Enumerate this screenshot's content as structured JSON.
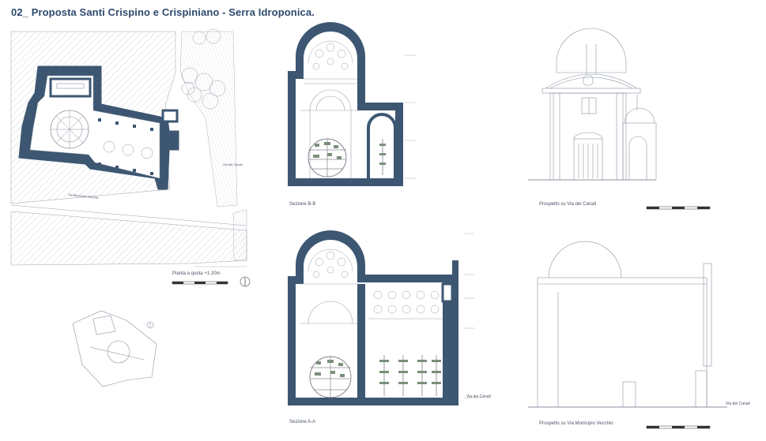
{
  "sheet": {
    "title": "02_ Proposta Santi Crispino e Crispiniano - Serra Idroponica.",
    "colors": {
      "wall": "#3d5772",
      "title": "#2e4a6d",
      "line": "#8a93a0"
    }
  },
  "captions": {
    "plan": "Pianta a quota +1.20m",
    "section_bb": "Sezione B-B",
    "elev_canali": "Prospetto su Via dei Canali",
    "section_aa": "Sezione A-A",
    "elev_municipio": "Prospetto su Via Municipio Vecchio"
  },
  "labels": {
    "via_canali": "Via dei Canali",
    "via_municipio": "Via Municipio Vecchio"
  },
  "icons": {
    "north_arrow": "north-arrow-icon",
    "scale_bar": "scale-bar-icon"
  }
}
